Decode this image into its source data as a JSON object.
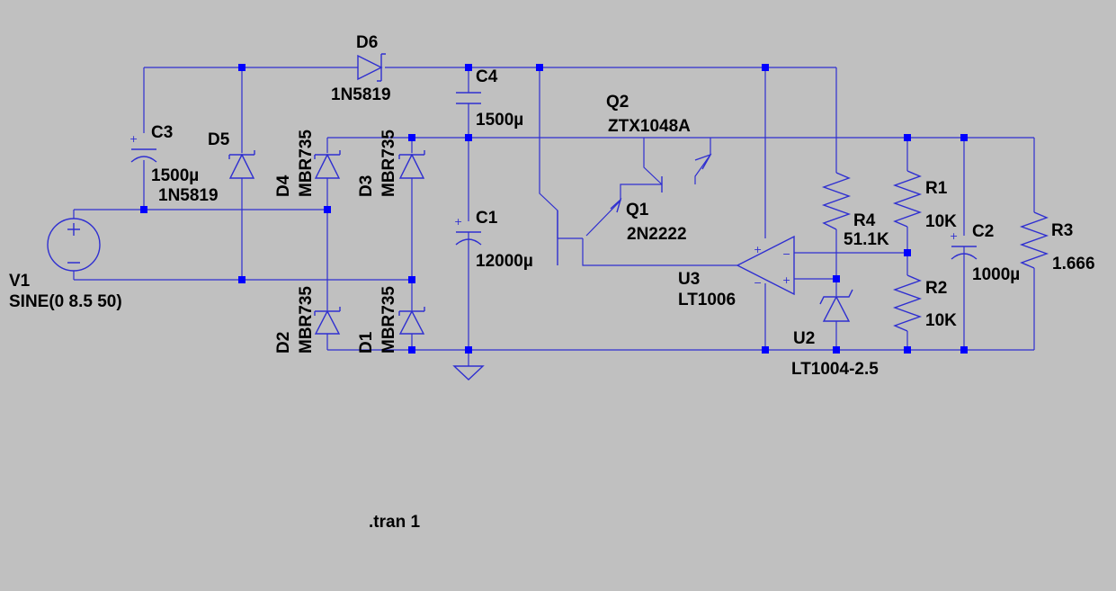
{
  "colors": {
    "background": "#c0c0c0",
    "wire": "#2f2fd0",
    "junction": "#0000ff",
    "text": "#000000"
  },
  "components": {
    "V1": {
      "ref": "V1",
      "value": "SINE(0 8.5 50)"
    },
    "C3": {
      "ref": "C3",
      "value": "1500µ"
    },
    "C4": {
      "ref": "C4",
      "value": "1500µ"
    },
    "C1": {
      "ref": "C1",
      "value": "12000µ"
    },
    "C2": {
      "ref": "C2",
      "value": "1000µ"
    },
    "D5": {
      "ref": "D5",
      "value": "1N5819"
    },
    "D6": {
      "ref": "D6",
      "value": "1N5819"
    },
    "D4": {
      "ref": "D4",
      "value": "MBR735"
    },
    "D3": {
      "ref": "D3",
      "value": "MBR735"
    },
    "D2": {
      "ref": "D2",
      "value": "MBR735"
    },
    "D1": {
      "ref": "D1",
      "value": "MBR735"
    },
    "Q1": {
      "ref": "Q1",
      "value": "2N2222"
    },
    "Q2": {
      "ref": "Q2",
      "value": "ZTX1048A"
    },
    "U3": {
      "ref": "U3",
      "value": "LT1006"
    },
    "U2": {
      "ref": "U2",
      "value": "LT1004-2.5"
    },
    "R1": {
      "ref": "R1",
      "value": "10K"
    },
    "R2": {
      "ref": "R2",
      "value": "10K"
    },
    "R3": {
      "ref": "R3",
      "value": "1.666"
    },
    "R4": {
      "ref": "R4",
      "value": "51.1K"
    }
  },
  "directive": ".tran 1",
  "symbols": {
    "plus": "+",
    "minus": "−"
  }
}
